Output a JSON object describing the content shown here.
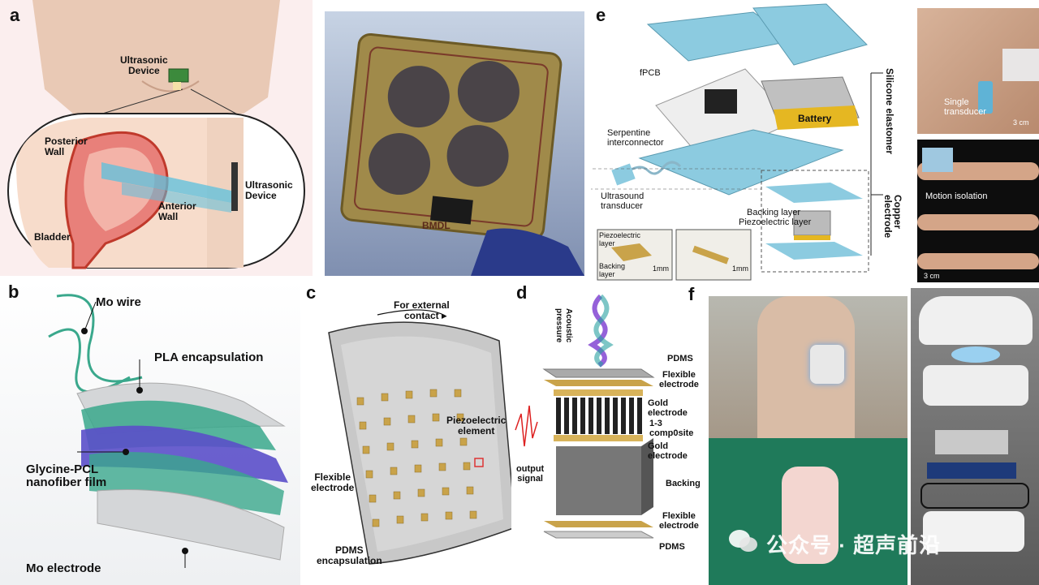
{
  "panel_a": {
    "letter": "a",
    "device_top": "Ultrasonic\nDevice",
    "posterior": "Posterior\nWall",
    "anterior": "Anterior\nWall",
    "device_right": "Ultrasonic\nDevice",
    "bladder": "Bladder",
    "chip_text": "BMDL"
  },
  "panel_b": {
    "letter": "b",
    "mo_wire": "Mo wire",
    "pla": "PLA encapsulation",
    "glycine": "Glycine-PCL\nnanofiber film",
    "mo_electrode": "Mo electrode"
  },
  "panel_c": {
    "letter": "c",
    "external": "For external\ncontact",
    "piezo": "Piezoelectric\nelement",
    "flex": "Flexible\nelectrode",
    "pdms": "PDMS\nencapsulation"
  },
  "panel_d": {
    "letter": "d",
    "acoustic": "Acoustic\npressure",
    "pdms_top": "PDMS",
    "flex_top": "Flexible\nelectrode",
    "gold_top": "Gold electrode",
    "composite": "1-3 comp0site",
    "gold_bottom": "Gold electrode",
    "output": "output\nsignal",
    "backing": "Backing",
    "flex_bottom": "Flexible\nelectrode",
    "pdms_bottom": "PDMS"
  },
  "panel_e": {
    "letter": "e",
    "fpcb": "fPCB",
    "battery": "Battery",
    "serpentine": "Serpentine\ninterconnector",
    "us_transducer": "Ultrasound\ntransducer",
    "silicone": "Silicone elastomer",
    "copper": "Copper\nelectrode",
    "backing_layer": "Backing layer",
    "piezo_layer": "Piezoelectric layer",
    "inset_piezo": "Piezoelectric\nlayer",
    "inset_backing": "Backing\nlayer",
    "scale_1mm_a": "1mm",
    "scale_1mm_b": "1mm",
    "single_transducer": "Single\ntransducer",
    "scale_3cm_a": "3 cm",
    "motion_isolation": "Motion isolation",
    "scale_3cm_b": "3 cm"
  },
  "panel_f": {
    "letter": "f"
  },
  "watermark": "公众号 · 超声前沿",
  "colors": {
    "skin": "#f2dccd",
    "bladder": "#d9534f",
    "beam": "#5bc0de",
    "teal": "#3aa88c",
    "purple": "#5b4fc9",
    "silicone": "#8ccbe0",
    "gold": "#c9a34a"
  }
}
